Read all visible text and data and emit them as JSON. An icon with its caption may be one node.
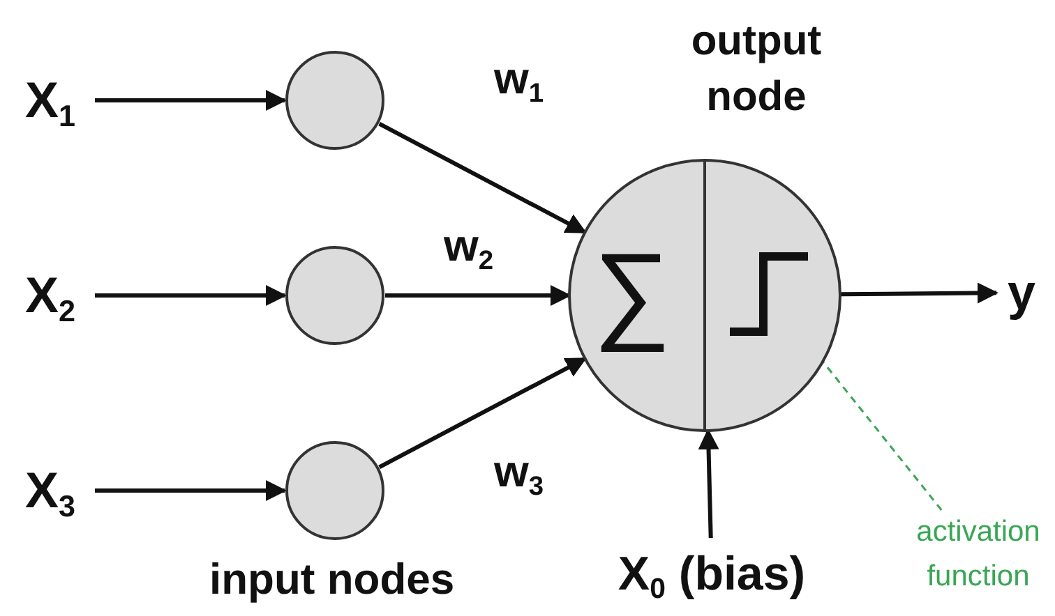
{
  "diagram": {
    "nodes": [
      {
        "text": [
          "X$_{1}$"
        ]
      },
      {
        "text": [
          "X$_{2}$"
        ]
      },
      {
        "text": [
          "X$_{3}$"
        ]
      },
      {
        "text": [],
        "shape": "circle"
      },
      {
        "text": [],
        "shape": "circle"
      },
      {
        "text": [],
        "shape": "circle"
      },
      {
        "text": [
          "output node",
          "∑"
        ]
      },
      {
        "text": [],
        "shape": "line",
        "in": 6
      },
      {
        "text": [
          "y"
        ]
      },
      {
        "text": [
          "X$_{0}$ (bias)"
        ]
      },
      {
        "text": [
          "activation function"
        ]
      }
    ],
    "edges": [
      {
        "from": 0,
        "to": 3,
        "arrow": "to"
      },
      {
        "from": 1,
        "to": 4,
        "arrow": "to"
      },
      {
        "from": 2,
        "to": 5,
        "arrow": "to"
      },
      {
        "from": 3,
        "to": 6,
        "arrow": "to",
        "label": "w$_{1}$"
      },
      {
        "from": 4,
        "to": 6,
        "arrow": "to",
        "label": "w$_{2}$"
      },
      {
        "from": 5,
        "to": 6,
        "arrow": "to",
        "label": "w$_{3}$"
      },
      {
        "from": 6,
        "to": 8,
        "arrow": "to"
      },
      {
        "from": 9,
        "to": 6,
        "arrow": "to"
      },
      {
        "from": 10,
        "to": 7,
        "arrow": "none",
        "style": "dashed",
        "color": "#3aa655"
      }
    ],
    "labels": [
      "input nodes"
    ]
  }
}
